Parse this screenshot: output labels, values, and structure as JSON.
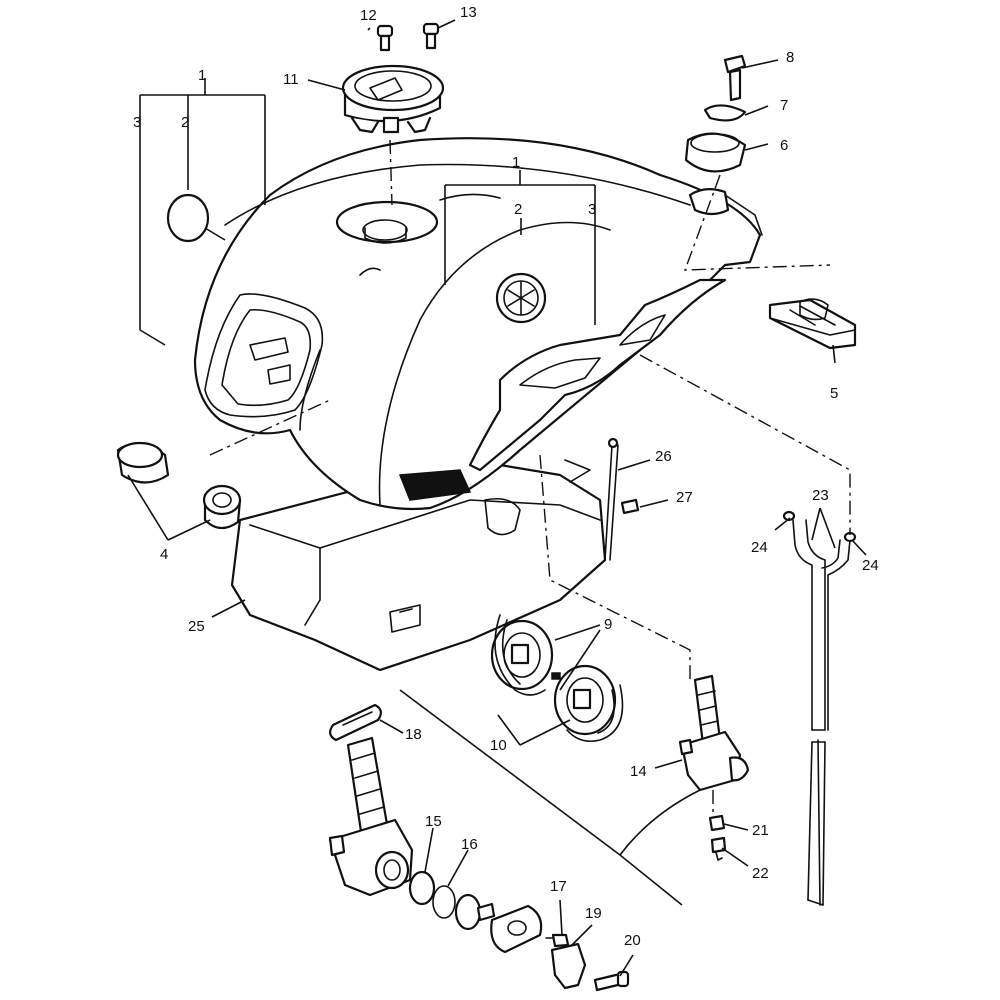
{
  "callouts": [
    {
      "id": "c1a",
      "text": "1"
    },
    {
      "id": "c2a",
      "text": "2"
    },
    {
      "id": "c3a",
      "text": "3"
    },
    {
      "id": "c1b",
      "text": "1"
    },
    {
      "id": "c2b",
      "text": "2"
    },
    {
      "id": "c3b",
      "text": "3"
    },
    {
      "id": "c4",
      "text": "4"
    },
    {
      "id": "c5",
      "text": "5"
    },
    {
      "id": "c6",
      "text": "6"
    },
    {
      "id": "c7",
      "text": "7"
    },
    {
      "id": "c8",
      "text": "8"
    },
    {
      "id": "c9",
      "text": "9"
    },
    {
      "id": "c10",
      "text": "10"
    },
    {
      "id": "c11",
      "text": "11"
    },
    {
      "id": "c12",
      "text": "12"
    },
    {
      "id": "c13",
      "text": "13"
    },
    {
      "id": "c14",
      "text": "14"
    },
    {
      "id": "c15",
      "text": "15"
    },
    {
      "id": "c16",
      "text": "16"
    },
    {
      "id": "c17",
      "text": "17"
    },
    {
      "id": "c18",
      "text": "18"
    },
    {
      "id": "c19",
      "text": "19"
    },
    {
      "id": "c20",
      "text": "20"
    },
    {
      "id": "c21",
      "text": "21"
    },
    {
      "id": "c22",
      "text": "22"
    },
    {
      "id": "c23",
      "text": "23"
    },
    {
      "id": "c24a",
      "text": "24"
    },
    {
      "id": "c24b",
      "text": "24"
    },
    {
      "id": "c25",
      "text": "25"
    },
    {
      "id": "c26",
      "text": "26"
    },
    {
      "id": "c27",
      "text": "27"
    }
  ]
}
